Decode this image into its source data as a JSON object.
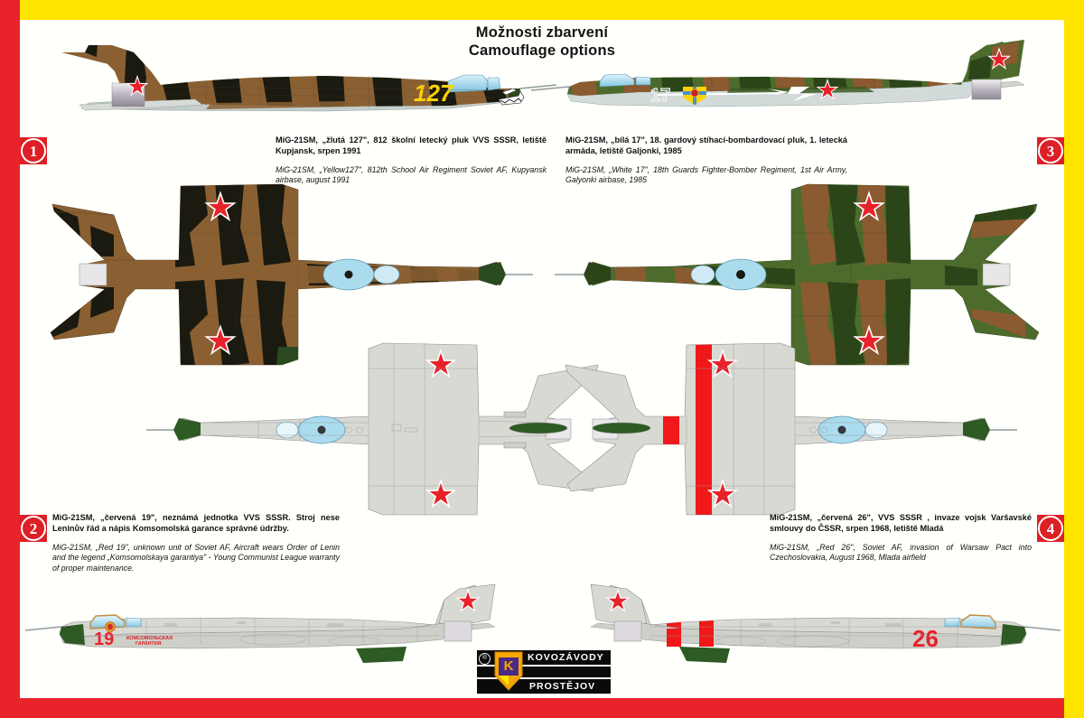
{
  "page": {
    "title_cz": "Možnosti zbarvení",
    "title_en": "Camouflage options",
    "border_colors": {
      "left": "#e8242a",
      "top": "#ffe400",
      "right": "#ffe400",
      "bottom": "#e8242a"
    },
    "background": "#fffffb"
  },
  "palette": {
    "camo_brown": "#8a6032",
    "camo_dark": "#1b1a10",
    "camo_green": "#2a4a20",
    "camo_olive": "#6d7a36",
    "camo_midgreen": "#4d6b2c",
    "camo_tan": "#b08a53",
    "underside_grey": "#c4cfcd",
    "silver": "#d9d9d4",
    "star_red": "#e8222a",
    "accent_red": "#ec1c24",
    "accent_yellow": "#ffe400",
    "number_yellow": "#ffd400",
    "canopy_blue": "#aadcee"
  },
  "options": [
    {
      "id": 1,
      "badge": "1",
      "cz": "MiG-21SM, „žlutá 127\", 812 školní letecký pluk VVS SSSR, letiště Kupjansk, srpen 1991",
      "en": "MiG-21SM, „Yellow127\", 812th School Air Regiment Soviet AF, Kupyansk airbase, august 1991",
      "scheme": "brown / dark-green / olive camouflage, light grey-blue underside",
      "tail_number": "127",
      "number_color": "#ffd400",
      "markings": [
        "red star",
        "shark mouth nose art",
        "green fin tip"
      ],
      "facing": "right"
    },
    {
      "id": 2,
      "badge": "2",
      "cz": "MiG-21SM, „červená 19\", neznámá jednotka VVS SSSR. Stroj nese Leninův řád a nápis Komsomolská garance správné údržby.",
      "en": "MiG-21SM, „Red 19\", unknown unit of Soviet AF, Aircraft wears Order of Lenin and the legend „Komsomolskaya garantiya\" - Young Communist League warranty of proper maintenance.",
      "scheme": "natural metal / silver",
      "tail_number": "19",
      "number_color": "#e8222a",
      "slogan": "КОМСОМОЛЬСКАЯ ГАРАНТИЯ",
      "markings": [
        "red star",
        "Order of Lenin badge",
        "green radome",
        "green ventral fin"
      ],
      "facing": "left"
    },
    {
      "id": 3,
      "badge": "3",
      "cz": "MiG-21SM, „bílá 17\", 18. gardový stíhací-bombardovací pluk, 1. letecká armáda, letiště Galjonki, 1985",
      "en": "MiG-21SM, „White 17\", 18th Guards Fighter-Bomber Regiment, 1st Air Army, Galyonki airbase, 1985",
      "scheme": "green / brown / olive camouflage, light grey underside",
      "tail_number": "17",
      "number_color": "#f2f2f2",
      "markings": [
        "red star",
        "Guards shield badge",
        "white lightning flash"
      ],
      "facing": "left"
    },
    {
      "id": 4,
      "badge": "4",
      "cz": "MiG-21SM, „červená 26\", VVS SSSR , invaze vojsk Varšavské smlouvy do ČSSR, srpen 1968, letiště Mladá",
      "en": "MiG-21SM, „Red 26\", Soviet AF, invasion of Warsaw Pact into Czechoslovakia, August 1968, Mlada airfield",
      "scheme": "natural metal / silver with red invasion stripes",
      "tail_number": "26",
      "number_color": "#e8222a",
      "markings": [
        "red star",
        "two red invasion bands",
        "green radome",
        "green ventral fin"
      ],
      "facing": "right"
    }
  ],
  "logo": {
    "line1": "KOVOZÁVODY",
    "line2": "PROSTĚJOV",
    "registered_mark": "®",
    "monogram": "K",
    "shield_colors": [
      "#f7a800",
      "#4b2a86",
      "#ffe400"
    ]
  }
}
